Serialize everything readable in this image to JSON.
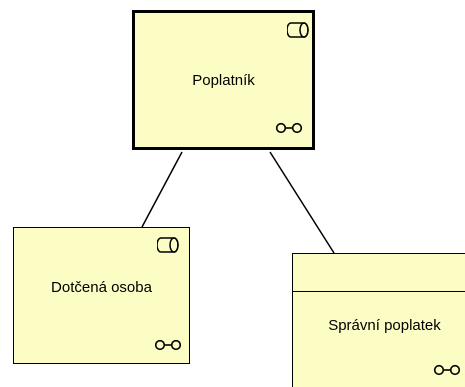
{
  "diagram": {
    "nodes": {
      "main": {
        "label": "Poplatník",
        "icon_top": "business-role-icon",
        "icon_bottom": "association-icon"
      },
      "left": {
        "label": "Dotčená osoba",
        "icon_top": "business-role-icon",
        "icon_bottom": "association-icon"
      },
      "right": {
        "label": "Správní poplatek",
        "icon_bottom": "association-icon"
      }
    },
    "connections": [
      {
        "from": "main",
        "to": "left"
      },
      {
        "from": "main",
        "to": "right"
      }
    ],
    "colors": {
      "node_fill": "#fcfcc5",
      "border": "#000000",
      "background": "#ffffff"
    }
  }
}
